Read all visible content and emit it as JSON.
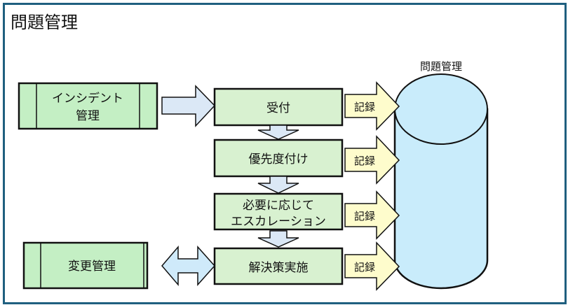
{
  "title": "問題管理",
  "colors": {
    "frame": "#1f5f7f",
    "process_fill": "#d8f1d0",
    "external_fill": "#c4efc4",
    "flow_arrow_fill": "#dbe8f6",
    "record_arrow_fill": "#fefccc",
    "database_fill": "#c9ecfb",
    "stroke": "#111111"
  },
  "external_processes": {
    "incident": {
      "lines": [
        "インシデント",
        "管理"
      ]
    },
    "change": {
      "lines": [
        "変更管理"
      ]
    }
  },
  "steps": [
    {
      "lines": [
        "受付"
      ]
    },
    {
      "lines": [
        "優先度付け"
      ]
    },
    {
      "lines": [
        "必要に応じて",
        "エスカレーション"
      ]
    },
    {
      "lines": [
        "解決策実施"
      ]
    }
  ],
  "record_arrows": [
    {
      "label": "記録"
    },
    {
      "label": "記録"
    },
    {
      "label": "記録"
    },
    {
      "label": "記録"
    }
  ],
  "database": {
    "label": "問題管理"
  }
}
